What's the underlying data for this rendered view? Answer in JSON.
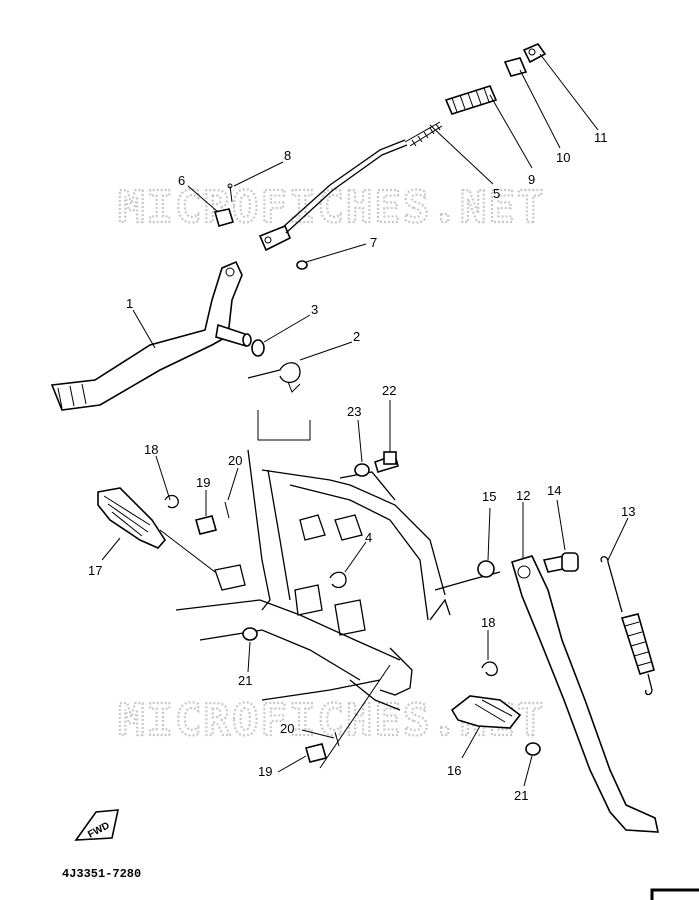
{
  "watermark": "MICROFICHES.NET",
  "part_code": "4J3351-7280",
  "fwd_label": "FWD",
  "callouts": [
    "1",
    "2",
    "3",
    "4",
    "5",
    "6",
    "7",
    "8",
    "9",
    "10",
    "11",
    "12",
    "13",
    "14",
    "15",
    "16",
    "17",
    "18",
    "19",
    "20",
    "21",
    "22",
    "23"
  ]
}
